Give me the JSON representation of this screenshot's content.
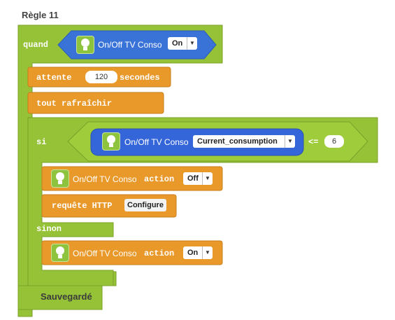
{
  "rule_title": "Règle 11",
  "colors": {
    "green": "#95c236",
    "orange": "#e9982a",
    "blue": "#3566d9",
    "device_bulb": "#8ec43d"
  },
  "when": {
    "keyword": "quand",
    "device": "On/Off TV Conso",
    "state": "On",
    "device_icon": "lightbulb-icon"
  },
  "wait": {
    "keyword": "attente",
    "value": "120",
    "unit": "secondes"
  },
  "refresh": {
    "keyword": "tout rafraîchir"
  },
  "if_block": {
    "keyword": "si",
    "device": "On/Off TV Conso",
    "property": "Current_consumption",
    "operator": "<=",
    "value": "6"
  },
  "then_action": {
    "device": "On/Off TV Conso",
    "keyword": "action",
    "value": "Off"
  },
  "http": {
    "keyword": "requête HTTP",
    "button": "Configure"
  },
  "else_block": {
    "keyword": "sinon"
  },
  "else_action": {
    "device": "On/Off TV Conso",
    "keyword": "action",
    "value": "On"
  },
  "status": "Sauvegardé"
}
